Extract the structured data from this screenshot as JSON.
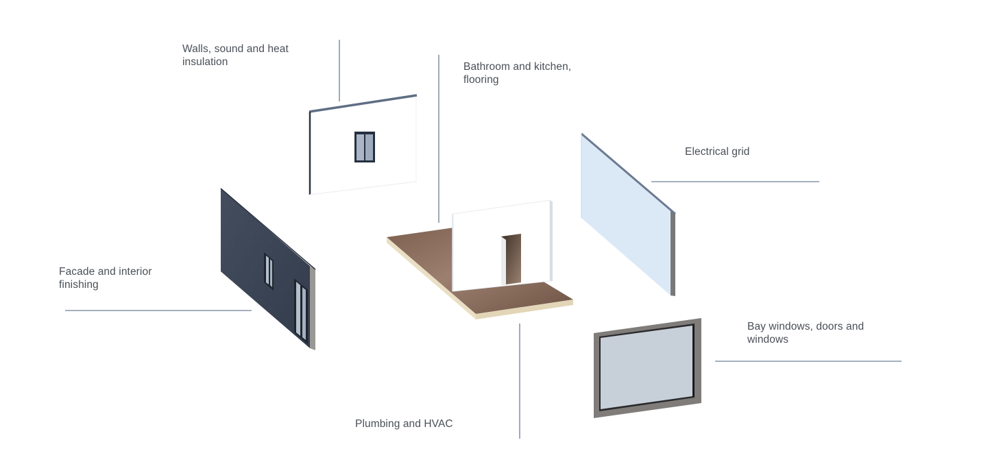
{
  "diagram": {
    "components": [
      {
        "id": "walls",
        "lines": [
          "Walls, sound and heat",
          "insulation"
        ]
      },
      {
        "id": "bathroom",
        "lines": [
          "Bathroom and kitchen,",
          "flooring"
        ]
      },
      {
        "id": "electrical",
        "lines": [
          "Electrical grid"
        ]
      },
      {
        "id": "facade",
        "lines": [
          "Facade and interior",
          "finishing"
        ]
      },
      {
        "id": "windows",
        "lines": [
          "Bay windows, doors and",
          "windows"
        ]
      },
      {
        "id": "plumbing",
        "lines": [
          "Plumbing and HVAC"
        ]
      }
    ],
    "colors": {
      "label_text": "#4a4f57",
      "leader_line": "#8795a8",
      "facade_panel": "#3b4556",
      "electrical_panel": "#dbe9f7",
      "floor": "#8a6c5c",
      "floor_edge": "#eadfc4",
      "window_frame": "#807d7b",
      "window_glass": "#c7cfd9"
    }
  }
}
